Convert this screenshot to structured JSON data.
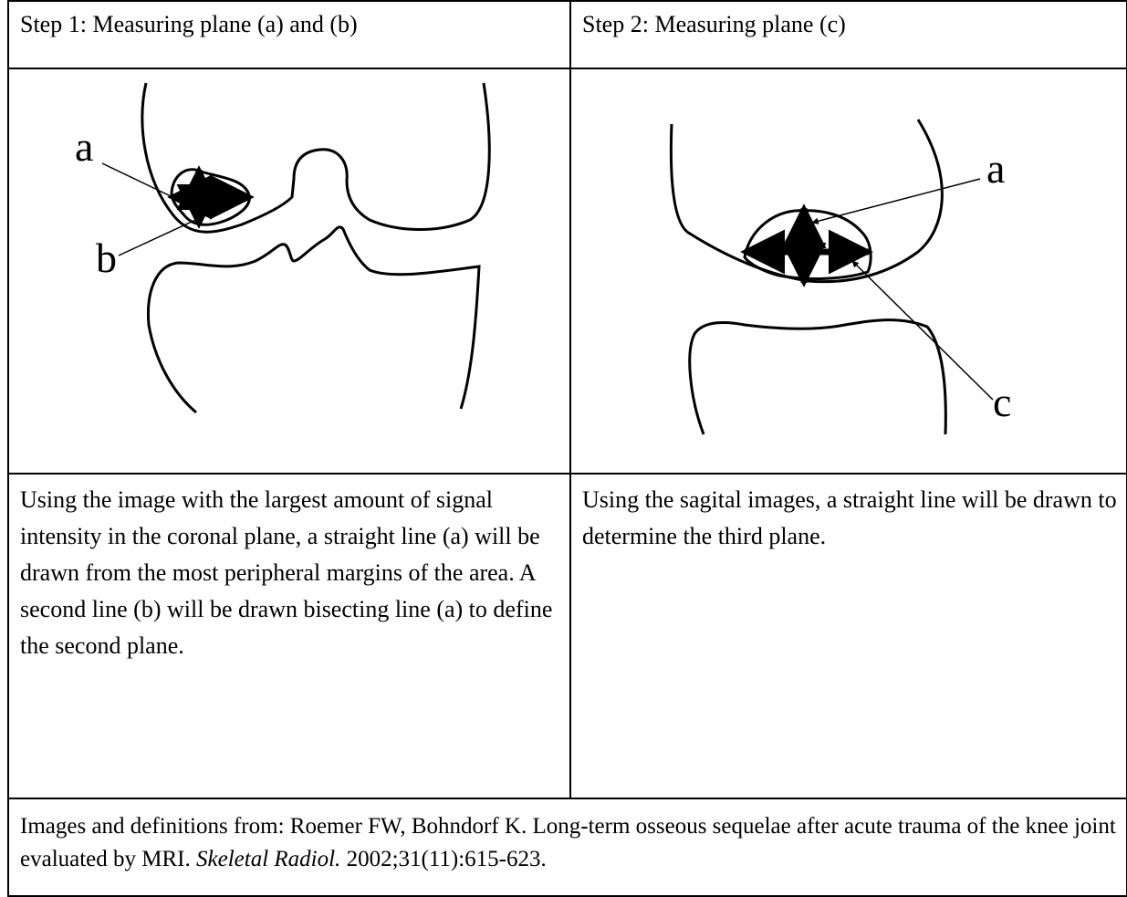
{
  "step1": {
    "header": "Step 1: Measuring plane (a) and (b)",
    "description": "Using the image with the largest amount of signal intensity in the coronal plane, a straight line (a) will be drawn from the most peripheral margins of the area. A second line (b) will be drawn bisecting line (a) to define the second plane.",
    "figure_labels": {
      "a": "a",
      "b": "b"
    }
  },
  "step2": {
    "header": "Step 2: Measuring plane (c)",
    "description": "Using the sagital images, a straight line will be drawn to determine the third plane.",
    "figure_labels": {
      "a": "a",
      "c": "c"
    }
  },
  "reference": {
    "prefix": "Images and definitions from: Roemer FW, Bohndorf K. Long-term osseous sequelae after acute trauma of the knee joint evaluated by MRI. ",
    "journal": "Skeletal Radiol.",
    "suffix": " 2002;31(11):615-623."
  }
}
